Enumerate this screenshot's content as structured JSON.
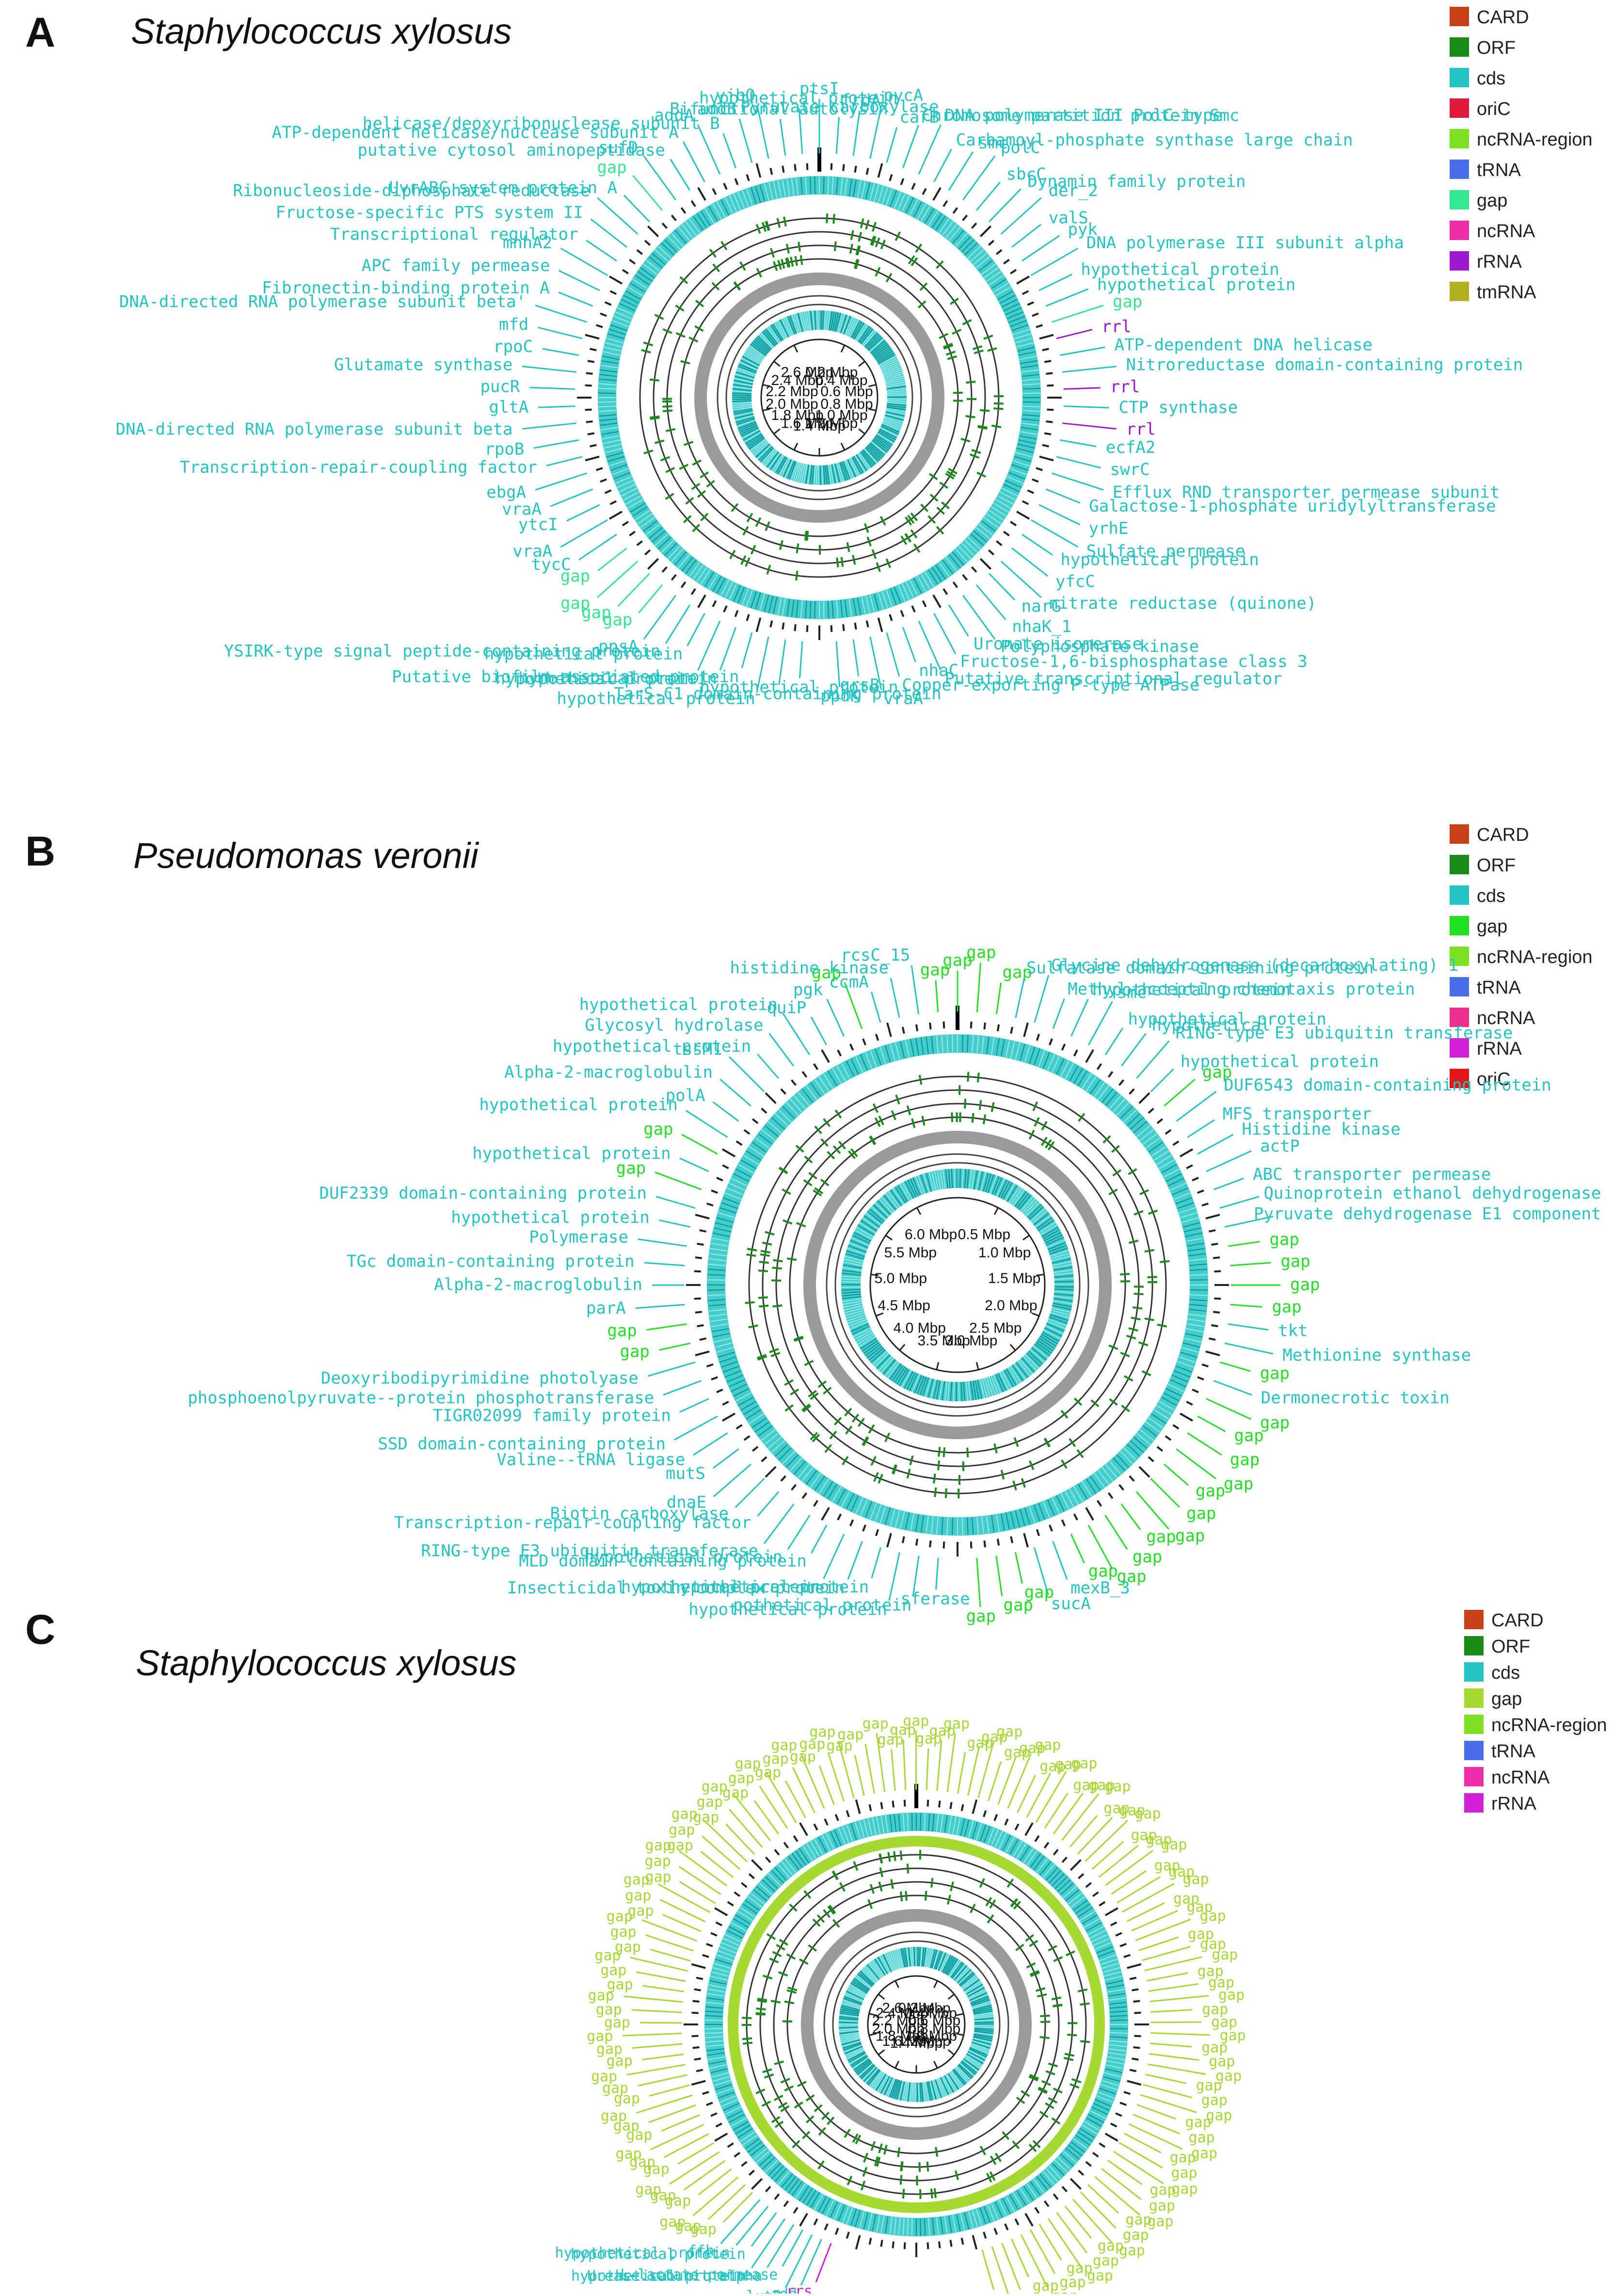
{
  "panels": [
    {
      "letter": "A",
      "organism": "Staphylococcus xylosus",
      "legend": [
        {
          "label": "CARD",
          "color": "#c8401a"
        },
        {
          "label": "ORF",
          "color": "#1a8a1a"
        },
        {
          "label": "cds",
          "color": "#22c4c4"
        },
        {
          "label": "oriC",
          "color": "#e0183c"
        },
        {
          "label": "ncRNA-region",
          "color": "#7ee020"
        },
        {
          "label": "tRNA",
          "color": "#4a6ee8"
        },
        {
          "label": "gap",
          "color": "#33e88e"
        },
        {
          "label": "ncRNA",
          "color": "#ee2ea8"
        },
        {
          "label": "rRNA",
          "color": "#a018d0"
        },
        {
          "label": "tmRNA",
          "color": "#b0b020"
        }
      ],
      "ticks": [
        "0.2 Mbp",
        "0.4 Mbp",
        "0.6 Mbp",
        "0.8 Mbp",
        "1.0 Mbp",
        "1.2 Mbp",
        "1.4 Mbp",
        "1.6 Mbp",
        "1.8 Mbp",
        "2.0 Mbp",
        "2.2 Mbp",
        "2.4 Mbp",
        "2.6 Mbp"
      ],
      "labels": [
        {
          "text": "hypothetical protein",
          "type": "cds"
        },
        {
          "text": "TarS-C1 domain-containing protein",
          "type": "cds"
        },
        {
          "text": "hypothetical protein",
          "type": "cds"
        },
        {
          "text": "Putative biofilm-associated protein",
          "type": "cds"
        },
        {
          "text": "hypothetical protein",
          "type": "cds"
        },
        {
          "text": "hypothetical protein",
          "type": "cds"
        },
        {
          "text": "hypothetical protein",
          "type": "cds"
        },
        {
          "text": "YSIRK-type signal peptide-containing protein",
          "type": "cds"
        },
        {
          "text": "ppsA",
          "type": "cds"
        },
        {
          "text": "gap",
          "type": "gap"
        },
        {
          "text": "gap",
          "type": "gap"
        },
        {
          "text": "gap",
          "type": "gap"
        },
        {
          "text": "gap",
          "type": "gap"
        },
        {
          "text": "tycC",
          "type": "cds"
        },
        {
          "text": "vraA",
          "type": "cds"
        },
        {
          "text": "ytcI",
          "type": "cds"
        },
        {
          "text": "vraA",
          "type": "cds"
        },
        {
          "text": "ebgA",
          "type": "cds"
        },
        {
          "text": "Transcription-repair-coupling factor",
          "type": "cds"
        },
        {
          "text": "rpoB",
          "type": "cds"
        },
        {
          "text": "DNA-directed RNA polymerase subunit beta",
          "type": "cds"
        },
        {
          "text": "gltA",
          "type": "cds"
        },
        {
          "text": "pucR",
          "type": "cds"
        },
        {
          "text": "Glutamate synthase",
          "type": "cds"
        },
        {
          "text": "rpoC",
          "type": "cds"
        },
        {
          "text": "mfd",
          "type": "cds"
        },
        {
          "text": "DNA-directed RNA polymerase subunit beta'",
          "type": "cds"
        },
        {
          "text": "Fibronectin-binding protein A",
          "type": "cds"
        },
        {
          "text": "APC family permease",
          "type": "cds"
        },
        {
          "text": "mnhA2",
          "type": "cds"
        },
        {
          "text": "Transcriptional regulator",
          "type": "cds"
        },
        {
          "text": "Fructose-specific PTS system II",
          "type": "cds"
        },
        {
          "text": "Ribonucleoside-diphosphate reductase",
          "type": "cds"
        },
        {
          "text": "UvrABC system protein A",
          "type": "cds"
        },
        {
          "text": "gap",
          "type": "gap"
        },
        {
          "text": "sufD",
          "type": "cds"
        },
        {
          "text": "putative cytosol aminopeptidase",
          "type": "cds"
        },
        {
          "text": "ATP-dependent helicase/nuclease subunit A",
          "type": "cds"
        },
        {
          "text": "addA",
          "type": "cds"
        },
        {
          "text": "helicase/deoxyribonuclease subunit B",
          "type": "cds"
        },
        {
          "text": "addB",
          "type": "cds"
        },
        {
          "text": "yjbQ",
          "type": "cds"
        },
        {
          "text": "Bifunctional autolysin",
          "type": "cds"
        },
        {
          "text": "hypothetical protein",
          "type": "cds"
        },
        {
          "text": "ptsI",
          "type": "cds"
        },
        {
          "text": "Pyruvate carboxylase",
          "type": "cds"
        },
        {
          "text": "frdA",
          "type": "cds"
        },
        {
          "text": "pycA",
          "type": "cds"
        },
        {
          "text": "carB",
          "type": "cds"
        },
        {
          "text": "Chromosome partition protein Smc",
          "type": "cds"
        },
        {
          "text": "DNA polymerase III PolC-type",
          "type": "cds"
        },
        {
          "text": "Carbamoyl-phosphate synthase large chain",
          "type": "cds"
        },
        {
          "text": "smc",
          "type": "cds"
        },
        {
          "text": "polC",
          "type": "cds"
        },
        {
          "text": "sbcC",
          "type": "cds"
        },
        {
          "text": "Dynamin family protein",
          "type": "cds"
        },
        {
          "text": "der_2",
          "type": "cds"
        },
        {
          "text": "valS",
          "type": "cds"
        },
        {
          "text": "pyk",
          "type": "cds"
        },
        {
          "text": "DNA polymerase III subunit alpha",
          "type": "cds"
        },
        {
          "text": "hypothetical protein",
          "type": "cds"
        },
        {
          "text": "hypothetical protein",
          "type": "cds"
        },
        {
          "text": "gap",
          "type": "gap"
        },
        {
          "text": "rrl",
          "type": "rRNA"
        },
        {
          "text": "ATP-dependent DNA helicase",
          "type": "cds"
        },
        {
          "text": "Nitroreductase domain-containing protein",
          "type": "cds"
        },
        {
          "text": "rrl",
          "type": "rRNA"
        },
        {
          "text": "CTP synthase",
          "type": "cds"
        },
        {
          "text": "rrl",
          "type": "rRNA"
        },
        {
          "text": "ecfA2",
          "type": "cds"
        },
        {
          "text": "swrC",
          "type": "cds"
        },
        {
          "text": "Efflux RND transporter permease subunit",
          "type": "cds"
        },
        {
          "text": "Galactose-1-phosphate uridylyltransferase",
          "type": "cds"
        },
        {
          "text": "yrhE",
          "type": "cds"
        },
        {
          "text": "Sulfate permease",
          "type": "cds"
        },
        {
          "text": "hypothetical protein",
          "type": "cds"
        },
        {
          "text": "yfcC",
          "type": "cds"
        },
        {
          "text": "nitrate reductase (quinone)",
          "type": "cds"
        },
        {
          "text": "narG",
          "type": "cds"
        },
        {
          "text": "nhaK_1",
          "type": "cds"
        },
        {
          "text": "Polyphosphate kinase",
          "type": "cds"
        },
        {
          "text": "Uronate isomerase",
          "type": "cds"
        },
        {
          "text": "Fructose-1,6-bisphosphatase class 3",
          "type": "cds"
        },
        {
          "text": "Putative transcriptional regulator",
          "type": "cds"
        },
        {
          "text": "nhaC",
          "type": "cds"
        },
        {
          "text": "Copper-exporting P-type ATPase",
          "type": "cds"
        },
        {
          "text": "vraA",
          "type": "cds"
        },
        {
          "text": "grsB",
          "type": "cds"
        },
        {
          "text": "ppdK",
          "type": "cds"
        }
      ]
    },
    {
      "letter": "B",
      "organism": "Pseudomonas veronii",
      "legend": [
        {
          "label": "CARD",
          "color": "#c8401a"
        },
        {
          "label": "ORF",
          "color": "#1a8a1a"
        },
        {
          "label": "cds",
          "color": "#22c4c4"
        },
        {
          "label": "gap",
          "color": "#22e022"
        },
        {
          "label": "ncRNA-region",
          "color": "#7ee020"
        },
        {
          "label": "tRNA",
          "color": "#4a6ee8"
        },
        {
          "label": "ncRNA",
          "color": "#ee2e8e"
        },
        {
          "label": "rRNA",
          "color": "#d020d8"
        },
        {
          "label": "oriC",
          "color": "#e01818"
        }
      ],
      "ticks": [
        "0.5 Mbp",
        "1.0 Mbp",
        "1.5 Mbp",
        "2.0 Mbp",
        "2.5 Mbp",
        "3.0 Mbp",
        "3.5 Mbp",
        "4.0 Mbp",
        "4.5 Mbp",
        "5.0 Mbp",
        "5.5 Mbp",
        "6.0 Mbp"
      ],
      "labels": [
        {
          "text": "sferase",
          "type": "cds"
        },
        {
          "text": "pothetical protein",
          "type": "cds"
        },
        {
          "text": "hypothetical protein",
          "type": "cds"
        },
        {
          "text": "hypothetical protein",
          "type": "cds"
        },
        {
          "text": "Insecticidal toxin complex protein",
          "type": "cds"
        },
        {
          "text": "hypothetical protein",
          "type": "cds"
        },
        {
          "text": "MLD domain-containing protein",
          "type": "cds"
        },
        {
          "text": "hypothetical protein",
          "type": "cds"
        },
        {
          "text": "RING-type E3 ubiquitin transferase",
          "type": "cds"
        },
        {
          "text": "Transcription-repair-coupling factor",
          "type": "cds"
        },
        {
          "text": "Biotin carboxylase",
          "type": "cds"
        },
        {
          "text": "dnaE",
          "type": "cds"
        },
        {
          "text": "mutS",
          "type": "cds"
        },
        {
          "text": "Valine--tRNA ligase",
          "type": "cds"
        },
        {
          "text": "SSD domain-containing protein",
          "type": "cds"
        },
        {
          "text": "TIGR02099 family protein",
          "type": "cds"
        },
        {
          "text": "phosphoenolpyruvate--protein phosphotransferase",
          "type": "cds"
        },
        {
          "text": "Deoxyribodipyrimidine photolyase",
          "type": "cds"
        },
        {
          "text": "gap",
          "type": "gap"
        },
        {
          "text": "gap",
          "type": "gap"
        },
        {
          "text": "parA",
          "type": "cds"
        },
        {
          "text": "Alpha-2-macroglobulin",
          "type": "cds"
        },
        {
          "text": "TGc domain-containing protein",
          "type": "cds"
        },
        {
          "text": "Polymerase",
          "type": "cds"
        },
        {
          "text": "hypothetical protein",
          "type": "cds"
        },
        {
          "text": "DUF2339 domain-containing protein",
          "type": "cds"
        },
        {
          "text": "gap",
          "type": "gap"
        },
        {
          "text": "hypothetical protein",
          "type": "cds"
        },
        {
          "text": "gap",
          "type": "gap"
        },
        {
          "text": "hypothetical protein",
          "type": "cds"
        },
        {
          "text": "polA",
          "type": "cds"
        },
        {
          "text": "Alpha-2-macroglobulin",
          "type": "cds"
        },
        {
          "text": "tssM1",
          "type": "cds"
        },
        {
          "text": "hypothetical protein",
          "type": "cds"
        },
        {
          "text": "Glycosyl hydrolase",
          "type": "cds"
        },
        {
          "text": "hypothetical protein",
          "type": "cds"
        },
        {
          "text": "quiP",
          "type": "cds"
        },
        {
          "text": "pgk",
          "type": "cds"
        },
        {
          "text": "gap",
          "type": "gap"
        },
        {
          "text": "ccmA",
          "type": "cds"
        },
        {
          "text": "histidine kinase",
          "type": "cds"
        },
        {
          "text": "rcsC_15",
          "type": "cds"
        },
        {
          "text": "gap",
          "type": "gap"
        },
        {
          "text": "gap",
          "type": "gap"
        },
        {
          "text": "gap",
          "type": "gap"
        },
        {
          "text": "gap",
          "type": "gap"
        },
        {
          "text": "Sulfatase domain-containing protein",
          "type": "cds"
        },
        {
          "text": "Glycine dehydrogenase (decarboxylating) 1",
          "type": "cds"
        },
        {
          "text": "Methyl-accepting chemotaxis protein",
          "type": "cds"
        },
        {
          "text": "hypothetical protein",
          "type": "cds"
        },
        {
          "text": "smc",
          "type": "cds"
        },
        {
          "text": "hypothetical protein",
          "type": "cds"
        },
        {
          "text": "hypothetical",
          "type": "cds"
        },
        {
          "text": "RING-type E3 ubiquitin transferase",
          "type": "cds"
        },
        {
          "text": "hypothetical protein",
          "type": "cds"
        },
        {
          "text": "gap",
          "type": "gap"
        },
        {
          "text": "DUF6543 domain-containing protein",
          "type": "cds"
        },
        {
          "text": "MFS transporter",
          "type": "cds"
        },
        {
          "text": "Histidine kinase",
          "type": "cds"
        },
        {
          "text": "actP",
          "type": "cds"
        },
        {
          "text": "ABC transporter permease",
          "type": "cds"
        },
        {
          "text": "Quinoprotein ethanol dehydrogenase",
          "type": "cds"
        },
        {
          "text": "Pyruvate dehydrogenase E1 component",
          "type": "cds"
        },
        {
          "text": "gap",
          "type": "gap"
        },
        {
          "text": "gap",
          "type": "gap"
        },
        {
          "text": "gap",
          "type": "gap"
        },
        {
          "text": "gap",
          "type": "gap"
        },
        {
          "text": "tkt",
          "type": "cds"
        },
        {
          "text": "Methionine synthase",
          "type": "cds"
        },
        {
          "text": "gap",
          "type": "gap"
        },
        {
          "text": "Dermonecrotic toxin",
          "type": "cds"
        },
        {
          "text": "gap",
          "type": "gap"
        },
        {
          "text": "gap",
          "type": "gap"
        },
        {
          "text": "gap",
          "type": "gap"
        },
        {
          "text": "gap",
          "type": "gap"
        },
        {
          "text": "gap",
          "type": "gap"
        },
        {
          "text": "gap",
          "type": "gap"
        },
        {
          "text": "gap",
          "type": "gap"
        },
        {
          "text": "gap",
          "type": "gap"
        },
        {
          "text": "gap",
          "type": "gap"
        },
        {
          "text": "gap",
          "type": "gap"
        },
        {
          "text": "gap",
          "type": "gap"
        },
        {
          "text": "mexB_3",
          "type": "cds"
        },
        {
          "text": "sucA",
          "type": "cds"
        },
        {
          "text": "gap",
          "type": "gap"
        },
        {
          "text": "gap",
          "type": "gap"
        },
        {
          "text": "gap",
          "type": "gap"
        }
      ]
    },
    {
      "letter": "C",
      "organism": "Staphylococcus xylosus",
      "legend": [
        {
          "label": "CARD",
          "color": "#c8401a"
        },
        {
          "label": "ORF",
          "color": "#1a8a1a"
        },
        {
          "label": "cds",
          "color": "#22c4c4"
        },
        {
          "label": "gap",
          "color": "#a6d832"
        },
        {
          "label": "ncRNA-region",
          "color": "#7ee020"
        },
        {
          "label": "tRNA",
          "color": "#4a6ee8"
        },
        {
          "label": "ncRNA",
          "color": "#ee2ea8"
        },
        {
          "label": "rRNA",
          "color": "#d020d8"
        }
      ],
      "ticks": [
        "0.2 Mbp",
        "0.4 Mbp",
        "0.6 Mbp",
        "0.8 Mbp",
        "1.0 Mbp",
        "1.2 Mbp",
        "1.4 Mbp",
        "1.6 Mbp",
        "1.8 Mbp",
        "2.0 Mbp",
        "2.2 Mbp",
        "2.4 Mbp",
        "2.6 Mbp"
      ],
      "labels": [
        {
          "text": "rrs",
          "type": "rRNA"
        },
        {
          "text": "add",
          "type": "cds"
        },
        {
          "text": "lutP",
          "type": "cds"
        },
        {
          "text": "L-lactate permease",
          "type": "cds"
        },
        {
          "text": "Urease subunit alpha",
          "type": "cds"
        },
        {
          "text": "hypothetical protein",
          "type": "cds"
        },
        {
          "text": "hypothetical protein",
          "type": "cds"
        },
        {
          "text": "hypothetical protein",
          "type": "cds"
        },
        {
          "text": "ffh",
          "type": "cds"
        }
      ],
      "gap_count": 118
    }
  ]
}
